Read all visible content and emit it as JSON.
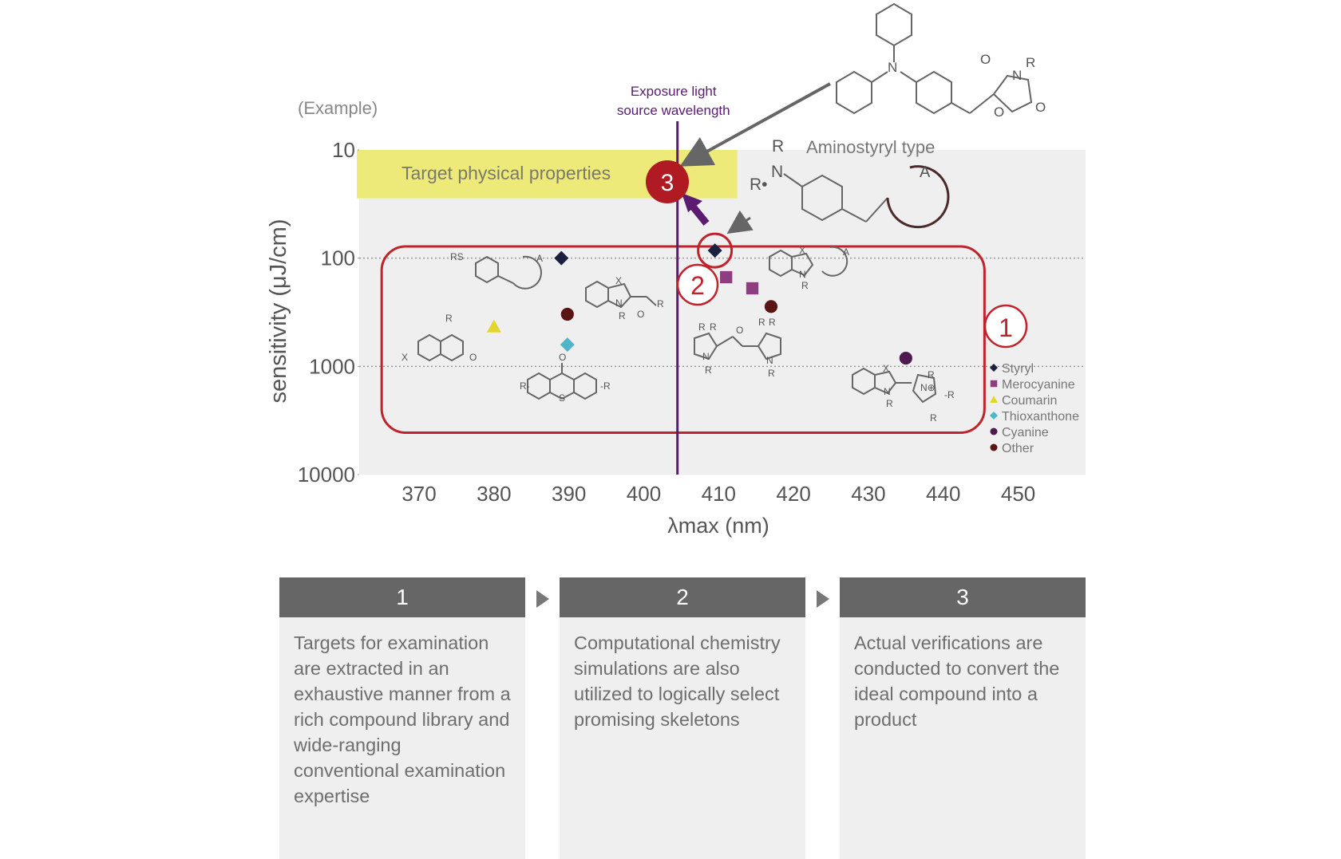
{
  "chart_data": {
    "type": "scatter",
    "example_label": "(Example)",
    "xlabel": "λmax (nm)",
    "ylabel": "sensitivity (μJ/cm)",
    "x_ticks": [
      370,
      380,
      390,
      400,
      410,
      420,
      430,
      440,
      450
    ],
    "y_ticks": [
      10,
      100,
      1000,
      10000
    ],
    "xlim": [
      362,
      459
    ],
    "ylim": [
      10,
      10000
    ],
    "y_scale": "log",
    "y_inverted": true,
    "grid": "dotted lines at 100 and 1000",
    "legend_position": "right",
    "series": [
      {
        "name": "Styryl",
        "marker": "diamond",
        "color": "#1b2040",
        "points": [
          {
            "x": 389,
            "y": 100
          },
          {
            "x": 409.5,
            "y": 85
          }
        ]
      },
      {
        "name": "Merocyanine",
        "marker": "square",
        "color": "#8e3d80",
        "points": [
          {
            "x": 411,
            "y": 150
          },
          {
            "x": 414.5,
            "y": 190
          }
        ]
      },
      {
        "name": "Coumarin",
        "marker": "triangle",
        "color": "#e3d630",
        "points": [
          {
            "x": 380,
            "y": 430
          }
        ]
      },
      {
        "name": "Thioxanthone",
        "marker": "diamond",
        "color": "#4fb5c9",
        "points": [
          {
            "x": 389.8,
            "y": 630
          }
        ]
      },
      {
        "name": "Cyanine",
        "marker": "circle",
        "color": "#4d1a4f",
        "points": [
          {
            "x": 435,
            "y": 840
          }
        ]
      },
      {
        "name": "Other",
        "marker": "circle",
        "color": "#5a1414",
        "points": [
          {
            "x": 389.8,
            "y": 330
          },
          {
            "x": 417,
            "y": 280
          }
        ]
      }
    ],
    "exposure_line": {
      "x": 404.5,
      "label_lines": [
        "Exposure light",
        "source wavelength"
      ],
      "color": "#5a1b70"
    },
    "target_region": {
      "label": "Target physical properties",
      "x_range": [
        362,
        412.5
      ],
      "y_range": [
        10,
        28
      ],
      "color": "#eeea7a"
    },
    "selection_box": {
      "x_range": [
        365,
        445.5
      ],
      "y_range": [
        78,
        4100
      ],
      "color": "#c0232b"
    },
    "aminostyryl_label": "Aminostyryl type",
    "markers": {
      "one": "1",
      "two": "2",
      "three": "3"
    },
    "chem_labels": {
      "A": "A",
      "R": "R",
      "RS": "RS",
      "X": "X",
      "O": "O",
      "N": "N",
      "S": "S",
      "Rplus": "R-",
      "minusR": "-R",
      "Nplus": "N⊕",
      "R_dot": "R•"
    }
  },
  "steps": [
    {
      "number": "1",
      "text": "Targets for examination are extracted in an exhaustive manner from a rich compound library and wide-ranging conventional examination expertise"
    },
    {
      "number": "2",
      "text": "Computational chemistry simulations are also utilized to logically select promising skeletons"
    },
    {
      "number": "3",
      "text": "Actual verifications are conducted to convert the ideal compound into a product"
    }
  ],
  "colors": {
    "accent_red": "#c0232b",
    "badge_red": "#b01a22",
    "purple": "#5a1b70",
    "plot_bg": "#efefef",
    "step_head": "#666666"
  }
}
